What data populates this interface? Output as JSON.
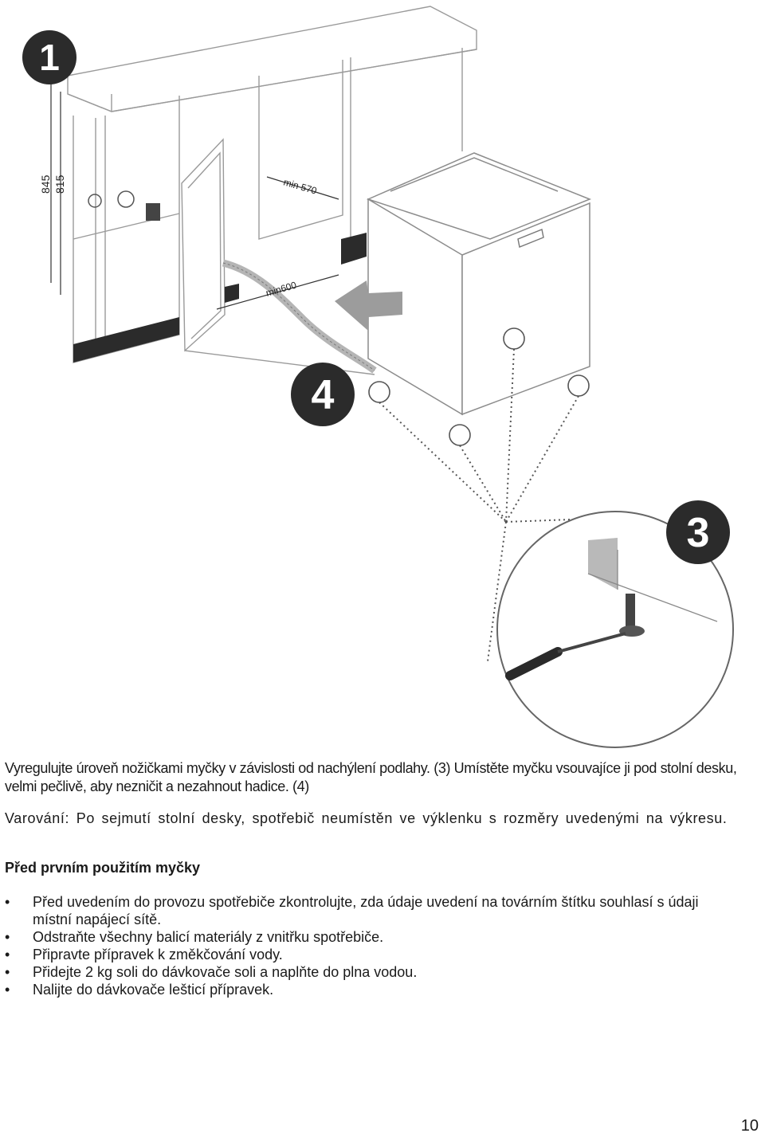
{
  "figure": {
    "dimension_labels": [
      "845",
      "815",
      "min 570",
      "min600"
    ],
    "step_markers": [
      "1",
      "4",
      "3"
    ]
  },
  "text": {
    "paragraph1": "Vyregulujte úroveň nožičkami myčky v závislosti od nachýlení podlahy. (3) Umístěte myčku vsouvajíce ji pod stolní desku, velmi pečlivě, aby nezničit a nezahnout hadice. (4)",
    "paragraph2": "Varování: Po sejmutí stolní desky, spotřebič neumístěn ve výklenku s rozměry uvedenými na výkresu.",
    "heading": "Před prvním použitím myčky",
    "bullet_symbol": "•",
    "bullets": [
      "Před uvedením do provozu spotřebiče zkontrolujte, zda údaje uvedení na továrním štítku souhlasí s údaji místní napájecí sítě.",
      "Odstraňte všechny balicí materiály z vnitřku spotřebiče.",
      "Připravte přípravek k změkčování vody.",
      "Přidejte 2 kg soli do dávkovače soli a naplňte do plna vodou.",
      "Nalijte do dávkovače lešticí přípravek."
    ],
    "page_number": "10"
  }
}
